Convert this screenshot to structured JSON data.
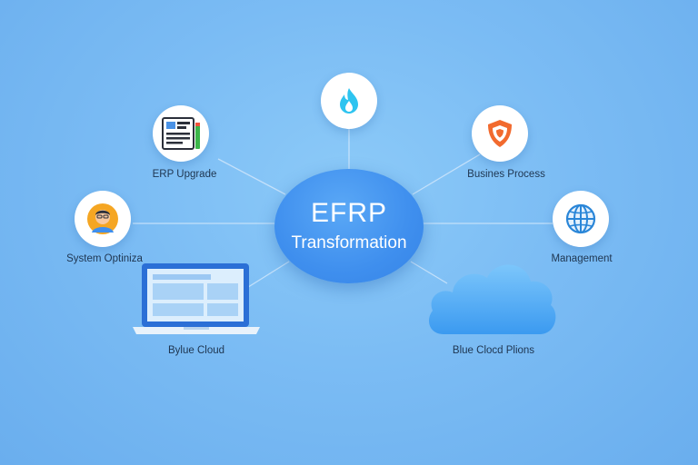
{
  "hub": {
    "line1": "EFRP",
    "line2": "Transformation"
  },
  "nodes": [
    {
      "id": "flame",
      "icon": "flame-icon",
      "label": ""
    },
    {
      "id": "erp-upgrade",
      "icon": "document-icon",
      "label": "ERP Upgrade"
    },
    {
      "id": "business-process",
      "icon": "shield-icon",
      "label": "Busines Process"
    },
    {
      "id": "system-optimization",
      "icon": "user-avatar-icon",
      "label": "System Optiniza"
    },
    {
      "id": "management",
      "icon": "globe-icon",
      "label": "Management"
    },
    {
      "id": "laptop",
      "icon": "laptop-icon",
      "label": "Bylue Cloud"
    },
    {
      "id": "cloud",
      "icon": "cloud-icon",
      "label": "Blue Clocd Plions"
    }
  ],
  "colors": {
    "background": "#7bbcf4",
    "hub": "#3f8fee",
    "flame": "#2ec4f0",
    "shield": "#f26a2e",
    "globe": "#2a86d8",
    "cloud": "#4aa9f2",
    "laptop": "#2b6fd6"
  }
}
